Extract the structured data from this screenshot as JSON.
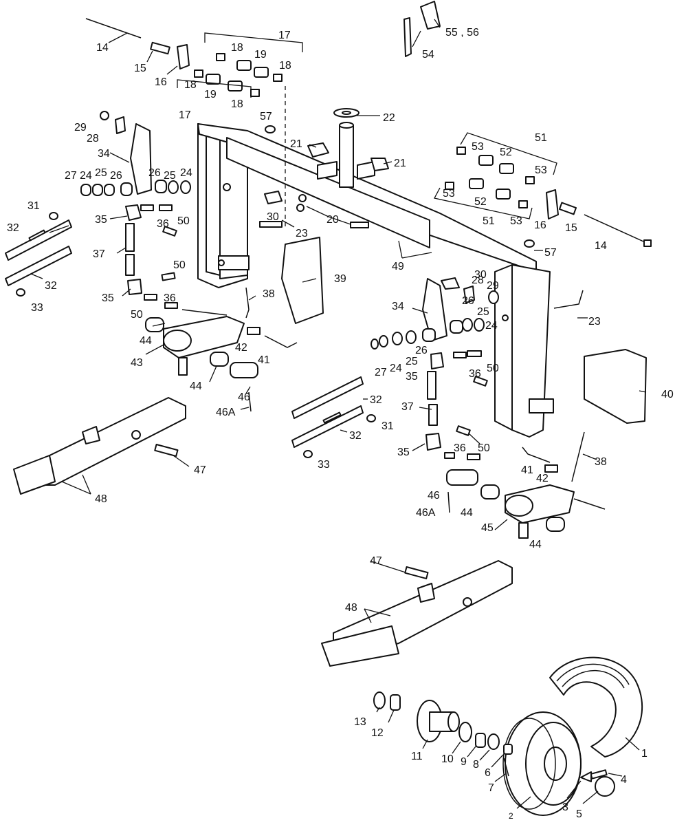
{
  "labels": {
    "p1": "1",
    "p2": "2",
    "p3": "3",
    "p4": "4",
    "p5": "5",
    "p6": "6",
    "p7": "7",
    "p8": "8",
    "p9": "9",
    "p10": "10",
    "p11": "11",
    "p12": "12",
    "p13": "13",
    "p14": "14",
    "p15": "15",
    "p16": "16",
    "p17": "17",
    "p18": "18",
    "p19": "19",
    "p20": "20",
    "p21": "21",
    "p22": "22",
    "p23": "23",
    "p24": "24",
    "p25": "25",
    "p26": "26",
    "p27": "27",
    "p28": "28",
    "p29": "29",
    "p30": "30",
    "p31": "31",
    "p32": "32",
    "p33": "33",
    "p34": "34",
    "p35": "35",
    "p36": "36",
    "p37": "37",
    "p38": "38",
    "p39": "39",
    "p40": "40",
    "p41": "41",
    "p42": "42",
    "p43": "43",
    "p44": "44",
    "p45": "45",
    "p46": "46",
    "p46a": "46A",
    "p47": "47",
    "p48": "48",
    "p49": "49",
    "p50": "50",
    "p51": "51",
    "p52": "52",
    "p53": "53",
    "p54": "54",
    "p55_56": "55 , 56",
    "p57": "57"
  }
}
